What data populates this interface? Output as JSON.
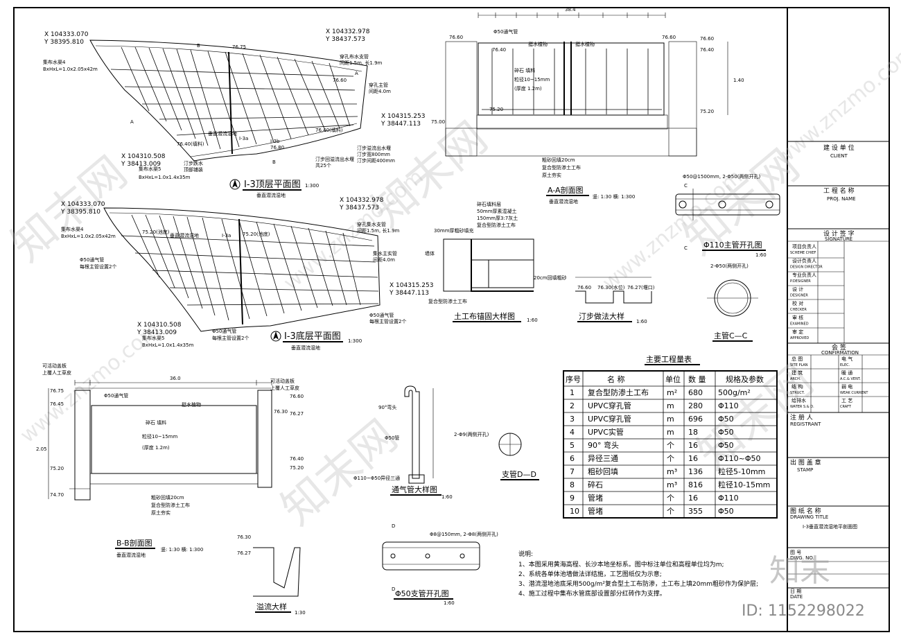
{
  "plan_top": {
    "title": "Ⅰ-3顶层平面图",
    "subtitle": "垂直潜流湿地",
    "scale": "1:300",
    "coords": [
      "X 104333.070",
      "Y 38395.810",
      "X 104332.978",
      "Y 38437.573",
      "X 104315.253",
      "Y 38447.113",
      "X 104310.508",
      "Y 38413.009"
    ],
    "labels": [
      "集布水渠4",
      "BxHxL=1.0x2.05x42m",
      "穿孔布水支管",
      "间距1.5m, 长1.9m",
      "穿孔主管",
      "间距4.0m",
      "汀步溢流出水堰",
      "汀步宽800mm",
      "汀步间距400mm",
      "汀步回溢流出水堰",
      "共25个",
      "集布水渠5",
      "BxHxL=1.0x1.4x35m",
      "汀步跌水",
      "顶部铺装",
      "垂直潜流湿地",
      "Ⅰ-3a",
      "Ⅰ-3b",
      "76.75",
      "76.80",
      "76.60",
      "76.40(填料)"
    ]
  },
  "plan_bottom": {
    "title": "Ⅰ-3底层平面图",
    "subtitle": "垂直潜流湿地",
    "scale": "1:300",
    "coords": [
      "X 104333.070",
      "Y 38395.810",
      "X 104332.978",
      "Y 38437.573",
      "X 104315.253",
      "Y 38447.113",
      "X 104310.508",
      "Y 38413.009"
    ],
    "labels": [
      "集布水渠4",
      "BxHxL=1.0x2.05x42m",
      "Φ50通气管",
      "每根主管设置2个",
      "穿孔集水支管",
      "间距1.5m, 长1.9m",
      "集水主实管",
      "间距4.0m",
      "Φ50通气管",
      "每根主管设置2个",
      "集布水渠5",
      "BxHxL=1.0x1.4x35m",
      "Φ50通气管",
      "每根主管设置2个",
      "75.20(池底)",
      "75.20(池底)",
      "垂直潜流湿地",
      "Ⅰ-3a"
    ]
  },
  "section_aa": {
    "title": "A-A剖面图",
    "subtitle": "垂直潜流湿地",
    "scale": "竖: 1:30 横: 1:300",
    "labels": [
      "Φ50通气管",
      "挺水植物",
      "挺水植物",
      "碎石  填料",
      "粒径10~15mm",
      "(厚度 1.2m)",
      "粗砂回填20cm",
      "复合型防渗土工布",
      "原土夯实",
      "76.60",
      "76.40",
      "75.20",
      "75.00",
      "76.60",
      "76.60",
      "76.40",
      "75.20"
    ]
  },
  "section_bb": {
    "title": "B-B剖面图",
    "subtitle": "垂直潜流湿地",
    "scale": "竖: 1:30 横: 1:300",
    "labels": [
      "可活动盖板",
      "上覆人工草皮",
      "Φ50通气管",
      "挺水植物",
      "碎石  填料",
      "粒径10~15mm",
      "(厚度 1.2m)",
      "粗砂回填20cm",
      "复合型防渗土工布",
      "原土夯实",
      "76.75",
      "76.45",
      "75.20",
      "74.70",
      "76.60",
      "76.30",
      "76.27",
      "76.40",
      "75.20"
    ]
  },
  "detail_anchor": {
    "title": "土工布锚固大样图",
    "scale": "1:60",
    "labels": [
      "碎石填料层",
      "50mm厚素混凝土",
      "150mm厚3:7灰土",
      "复合型防渗土工布",
      "30mm厚粗砂填充",
      "墙体",
      "20cm回填粗砂",
      "复合型防渗土工布"
    ]
  },
  "detail_step": {
    "title": "汀步做法大样",
    "scale": "1:60",
    "labels": [
      "76.60",
      "76.30(水位)",
      "76.27(堰口)"
    ]
  },
  "detail_vent": {
    "title": "通气管大样图",
    "scale": "1:60",
    "labels": [
      "90°弯头",
      "Φ50管",
      "Φ110~Φ50异径三通"
    ]
  },
  "detail_overflow": {
    "title": "溢流大样",
    "scale": "1:30",
    "labels": [
      "76.30",
      "76.27"
    ]
  },
  "main_pipe": {
    "title": "Φ110主管开孔图",
    "scale": "1:60",
    "labels": [
      "Φ50@1500mm, 2-Φ50(两侧开孔)",
      "C",
      "C"
    ]
  },
  "main_pipe_section": {
    "title": "主管C—C",
    "labels": [
      "2-Φ50(两侧开孔)"
    ]
  },
  "branch_pipe": {
    "title": "Φ50支管开孔图",
    "scale": "1:60",
    "labels": [
      "Φ8@150mm, 2-Φ8(两侧开孔)",
      "D",
      "D"
    ]
  },
  "branch_pipe_section": {
    "title": "支管D—D",
    "labels": [
      "2-Φ9(两侧开孔)"
    ]
  },
  "quantities": {
    "title": "主要工程量表",
    "headers": [
      "序号",
      "名 称",
      "单位",
      "数 量",
      "规格及参数"
    ],
    "rows": [
      [
        "1",
        "复合型防渗土工布",
        "m²",
        "680",
        "500g/m²"
      ],
      [
        "2",
        "UPVC穿孔管",
        "m",
        "280",
        "Φ110"
      ],
      [
        "3",
        "UPVC穿孔管",
        "m",
        "696",
        "Φ50"
      ],
      [
        "4",
        "UPVC实管",
        "m",
        "18",
        "Φ50"
      ],
      [
        "5",
        "90° 弯头",
        "个",
        "16",
        "Φ50"
      ],
      [
        "6",
        "异径三通",
        "个",
        "16",
        "Φ110~Φ50"
      ],
      [
        "7",
        "粗砂回填",
        "m³",
        "136",
        "粒径5-10mm"
      ],
      [
        "8",
        "碎石",
        "m³",
        "816",
        "粒径10-15mm"
      ],
      [
        "9",
        "管堵",
        "个",
        "16",
        "Φ110"
      ],
      [
        "10",
        "管堵",
        "个",
        "355",
        "Φ50"
      ]
    ]
  },
  "notes": {
    "title": "说明:",
    "items": [
      "1、本图采用黄海高程、长沙本地坐标系。图中标注单位和高程单位均为m;",
      "2、系统各单体池墙做法详结施，工艺图纸仅为示意;",
      "3、潜流湿地池底采用500g/m²复合型土工布防渗，土工布上填20mm粗砂作为保护层;",
      "4、施工过程中集布水管底部设置部分红砖作为支撑。"
    ]
  },
  "titleblock": {
    "client_cn": "建 设 单 位",
    "client_en": "CLIENT",
    "proj_cn": "工 程 名 称",
    "proj_en": "PROJ. NAME",
    "sig_cn": "设 计 签 字",
    "sig_en": "SIGNATURE",
    "sig_rows": [
      [
        "项目负责人",
        "SCHEME CHIEF"
      ],
      [
        "设计负责人",
        "DESIGN DIRECTOR"
      ],
      [
        "专业负责人",
        "P.DESIGNER"
      ],
      [
        "设 计",
        "DESIGNER"
      ],
      [
        "校 对",
        "CHECKER"
      ],
      [
        "审 核",
        "EXAMINED"
      ],
      [
        "审 定",
        "APPROVED"
      ]
    ],
    "conf_cn": "会 签",
    "conf_en": "CONFIRMATION",
    "conf_rows": [
      [
        "总 图",
        "SITE PLAN",
        "电 气",
        "ELEC."
      ],
      [
        "建 筑",
        "ARCH.",
        "暖 通",
        "A.C.& VENT."
      ],
      [
        "结 构",
        "STRUCT.",
        "弱 电",
        "WEAK CURRENT"
      ],
      [
        "给排水",
        "WATER S.& D.",
        "工 艺",
        "CRAFT"
      ]
    ],
    "reg_cn": "注 册 人",
    "reg_en": "REGISTRANT",
    "stamp_cn": "出 图 盖 章",
    "stamp_en": "STAMP",
    "dwg_cn": "图 纸 名 称",
    "dwg_en": "DRAWING TITLE",
    "dwg_name": "Ⅰ-3垂直潜流湿地平剖面图",
    "no_cn": "图 号",
    "no_en": "DWG. NO.",
    "date_cn": "日 期",
    "date_en": "DATE"
  },
  "watermark": {
    "brand": "知末",
    "id_text": "ID: 1152298022",
    "site": "www.znzmo.com",
    "site_cn": "知末网"
  }
}
